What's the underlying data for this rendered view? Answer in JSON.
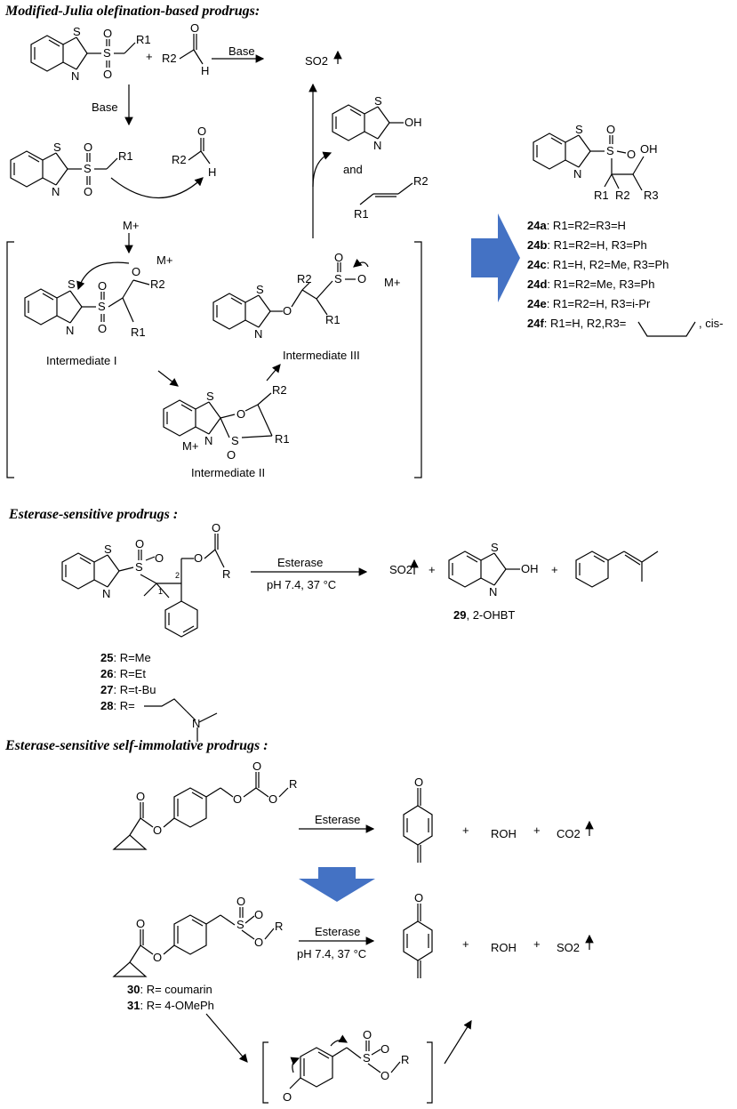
{
  "headers": {
    "julia": "Modified-Julia olefination-based prodrugs:",
    "esterase": "Esterase-sensitive prodrugs :",
    "self_immolative": "Esterase-sensitive self-immolative prodrugs :"
  },
  "conditions": {
    "base": "Base",
    "esterase": "Esterase",
    "ph": "pH 7.4, 37 °C",
    "and": "and"
  },
  "species": {
    "so2": "SO2",
    "co2": "CO2",
    "roh": "ROH",
    "plus": "+",
    "metal": "M+"
  },
  "intermediates": [
    "Intermediate I",
    "Intermediate II",
    "Intermediate III"
  ],
  "compounds_24": [
    {
      "id": "24a",
      "desc": ": R1=R2=R3=H"
    },
    {
      "id": "24b",
      "desc": ": R1=R2=H, R3=Ph"
    },
    {
      "id": "24c",
      "desc": ": R1=H, R2=Me, R3=Ph"
    },
    {
      "id": "24d",
      "desc": ": R1=R2=Me, R3=Ph"
    },
    {
      "id": "24e",
      "desc": ": R1=R2=H, R3=i-Pr"
    },
    {
      "id": "24f",
      "desc": ": R1=H, R2,R3=",
      "suffix": ", cis-"
    }
  ],
  "compounds_25_28": [
    {
      "id": "25",
      "desc": ": R=Me"
    },
    {
      "id": "26",
      "desc": ": R=Et"
    },
    {
      "id": "27",
      "desc": ": R=t-Bu"
    },
    {
      "id": "28",
      "desc": ": R="
    }
  ],
  "product_29": {
    "id": "29",
    "desc": ", 2-OHBT"
  },
  "compounds_30_31": [
    {
      "id": "30",
      "desc": ": R= coumarin"
    },
    {
      "id": "31",
      "desc": ": R= 4-OMePh"
    }
  ],
  "atoms": {
    "S": "S",
    "N": "N",
    "O": "O",
    "OH": "OH",
    "H": "H",
    "R": "R",
    "R1": "R1",
    "R2": "R2",
    "R3": "R3",
    "N_amine": "N",
    "num1": "1",
    "num2": "2"
  },
  "colors": {
    "arrow_fill": "#4472C4"
  }
}
